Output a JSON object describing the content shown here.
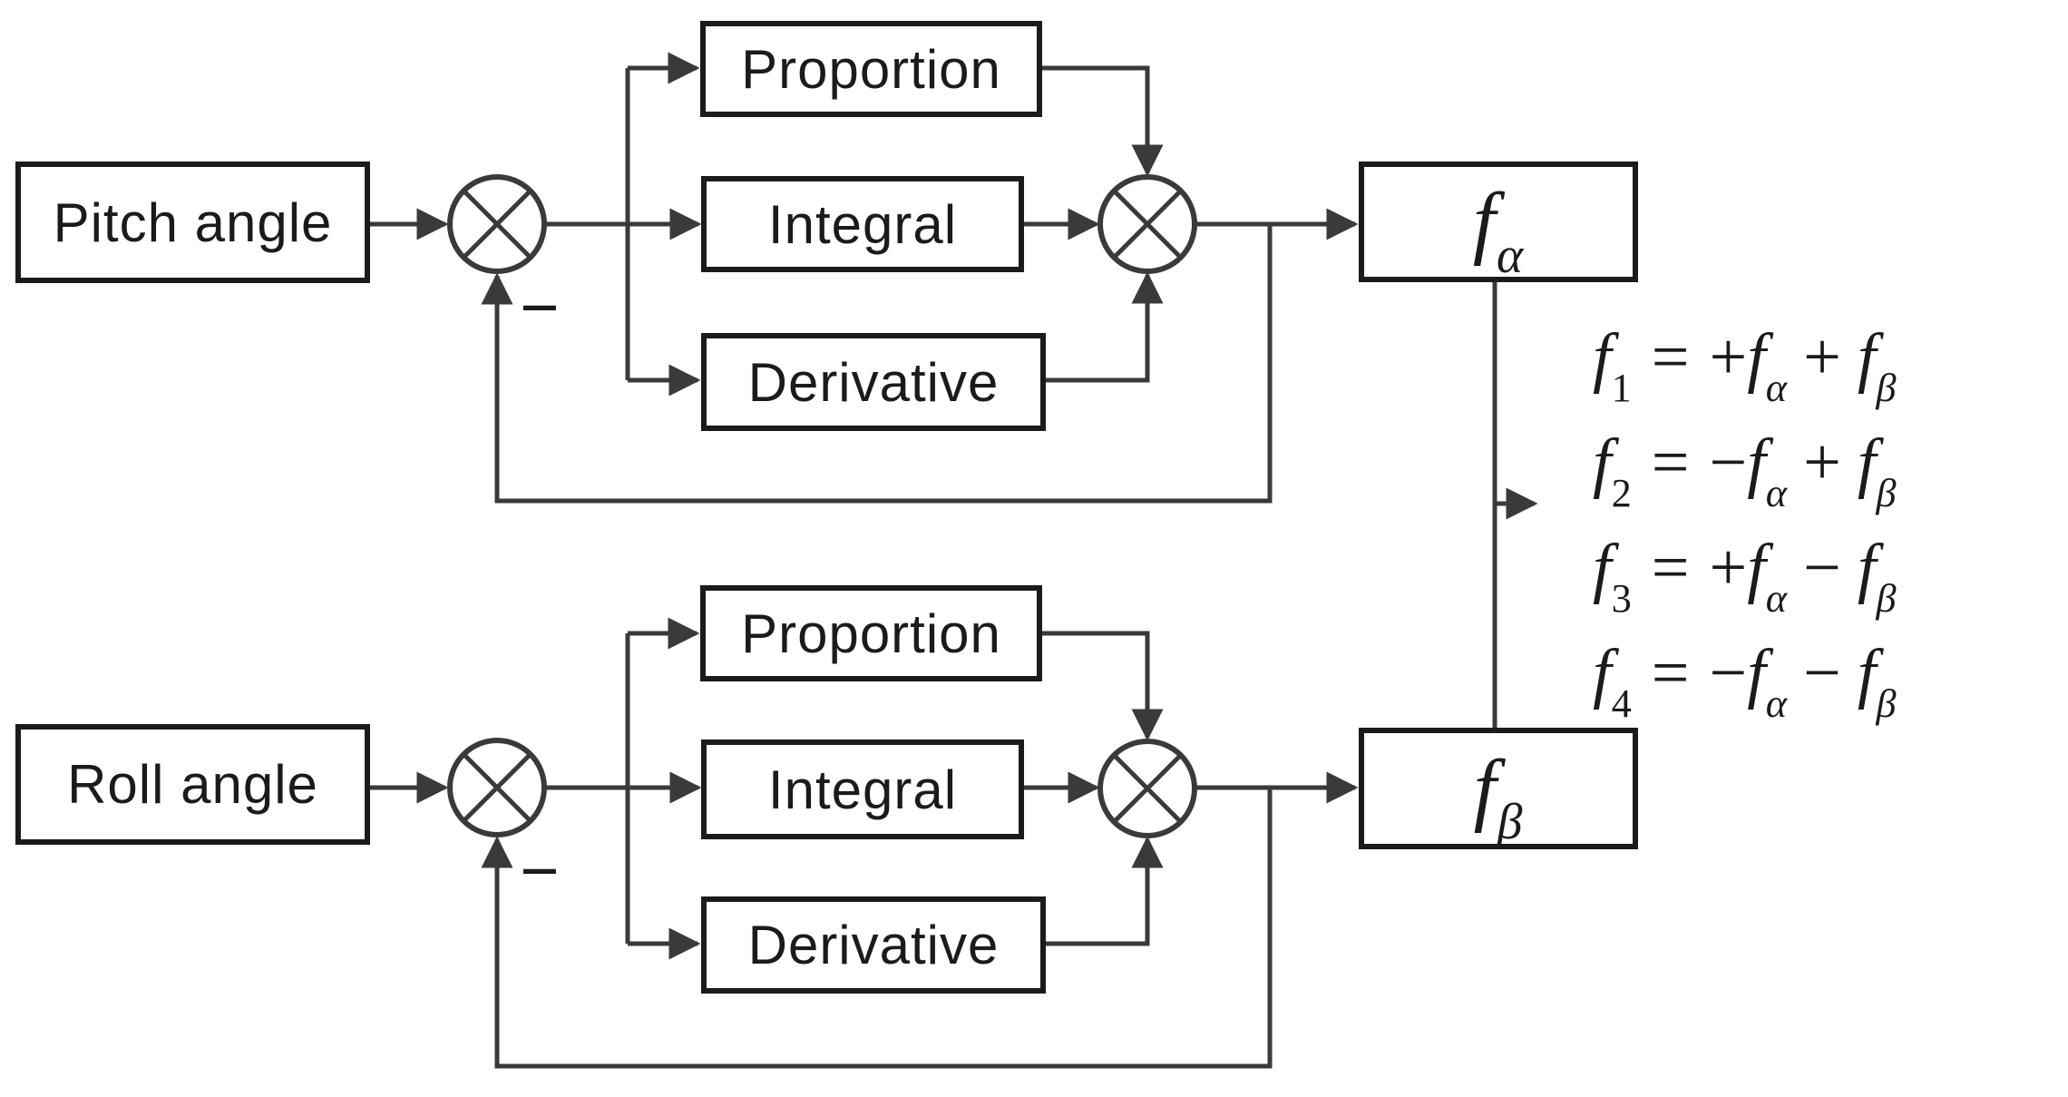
{
  "colors": {
    "background": "#ffffff",
    "line": "#3a3a3a",
    "border": "#1b1b1b",
    "text": "#1b1b1b"
  },
  "pitch_loop": {
    "input_label": "Pitch angle",
    "proportion_label": "Proportion",
    "integral_label": "Integral",
    "derivative_label": "Derivative",
    "feedback_sign": "−",
    "output": {
      "base": "f",
      "subscript": "α"
    }
  },
  "roll_loop": {
    "input_label": "Roll angle",
    "proportion_label": "Proportion",
    "integral_label": "Integral",
    "derivative_label": "Derivative",
    "feedback_sign": "−",
    "output": {
      "base": "f",
      "subscript": "β"
    }
  },
  "symbols": {
    "f": "f",
    "alpha": "α",
    "beta": "β",
    "equals": "=",
    "plus": "+",
    "minus": "−"
  },
  "equations": [
    {
      "index": "1",
      "sign_alpha": "+",
      "sign_beta": "+"
    },
    {
      "index": "2",
      "sign_alpha": "−",
      "sign_beta": "+"
    },
    {
      "index": "3",
      "sign_alpha": "+",
      "sign_beta": "−"
    },
    {
      "index": "4",
      "sign_alpha": "−",
      "sign_beta": "−"
    }
  ]
}
